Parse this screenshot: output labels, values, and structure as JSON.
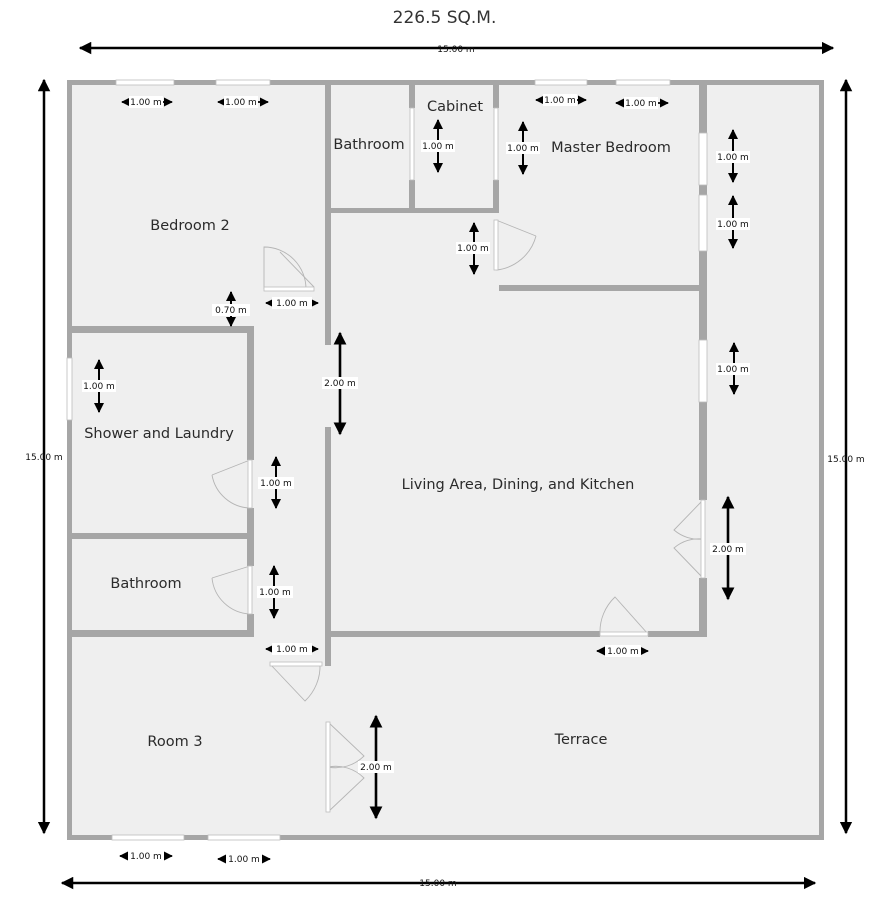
{
  "title": "226.5 SQ.M.",
  "overall_dimensions": {
    "top": "15.00 m",
    "bottom": "15.00 m",
    "left": "15.00 m",
    "right": "15.00 m"
  },
  "rooms": {
    "bedroom_2": "Bedroom 2",
    "bathroom_top": "Bathroom",
    "cabinet": "Cabinet",
    "master_bedroom": "Master Bedroom",
    "shower_laundry": "Shower and Laundry",
    "living": "Living Area, Dining, and Kitchen",
    "bathroom_lower": "Bathroom",
    "room_3": "Room 3",
    "terrace": "Terrace"
  },
  "opening_dimensions": {
    "bed2_window_1": "1.00 m",
    "bed2_window_2": "1.00 m",
    "master_window_1": "1.00 m",
    "master_window_2": "1.00 m",
    "bath_top_door": "1.00 m",
    "cabinet_door": "1.00 m",
    "master_side_1": "1.00 m",
    "master_side_2": "1.00 m",
    "master_door": "1.00 m",
    "bed2_door_height": "0.70 m",
    "corridor_top": "1.00 m",
    "living_entry": "2.00 m",
    "east_window": "1.00 m",
    "laundry_window": "1.00 m",
    "laundry_door": "1.00 m",
    "living_east_door": "2.00 m",
    "bathroom_lower_door": "1.00 m",
    "corridor_bottom": "1.00 m",
    "living_south_door": "1.00 m",
    "terrace_door": "2.00 m",
    "room3_window_1": "1.00 m",
    "room3_window_2": "1.00 m"
  }
}
